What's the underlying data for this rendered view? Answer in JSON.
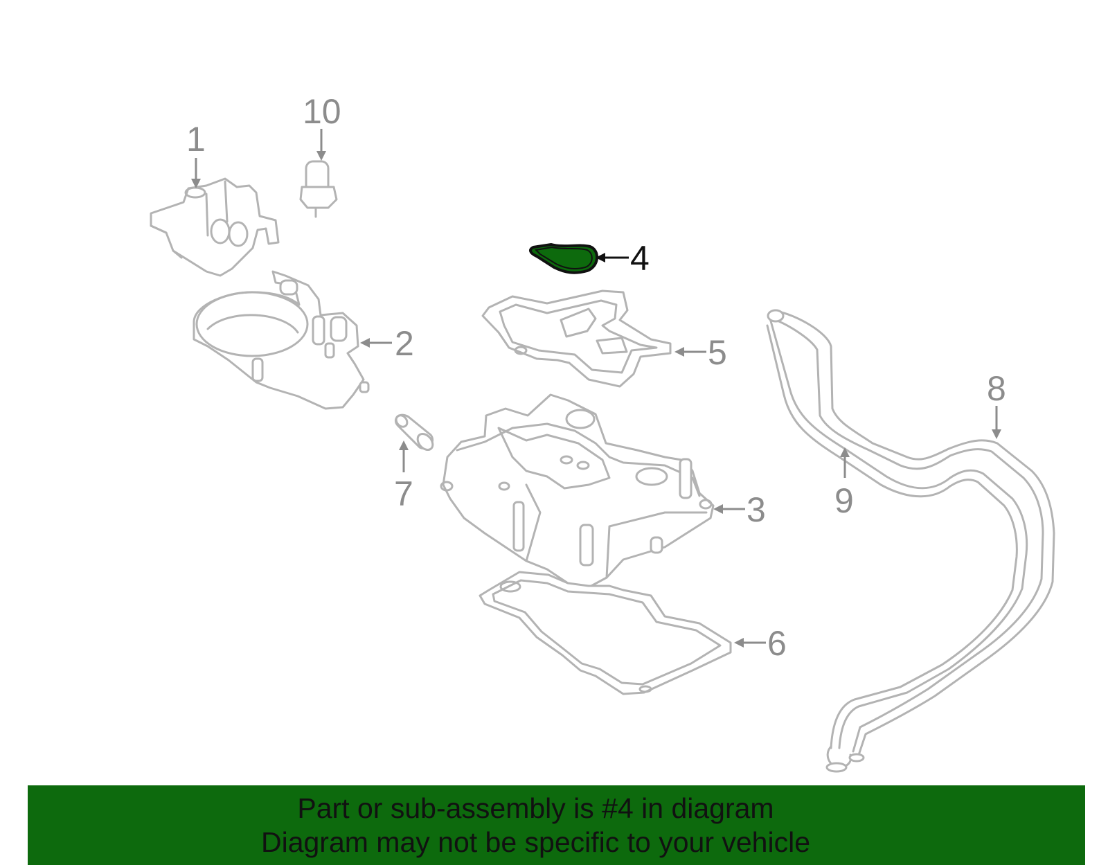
{
  "diagram": {
    "highlight_color": "#0d6a0d",
    "highlighted_part": "4",
    "callouts": [
      "1",
      "2",
      "3",
      "4",
      "5",
      "6",
      "7",
      "8",
      "9",
      "10"
    ]
  },
  "banner": {
    "line1": "Part or sub-assembly is #4 in diagram",
    "line2": "Diagram may not be specific to your vehicle",
    "background": "#0d6a0d"
  }
}
